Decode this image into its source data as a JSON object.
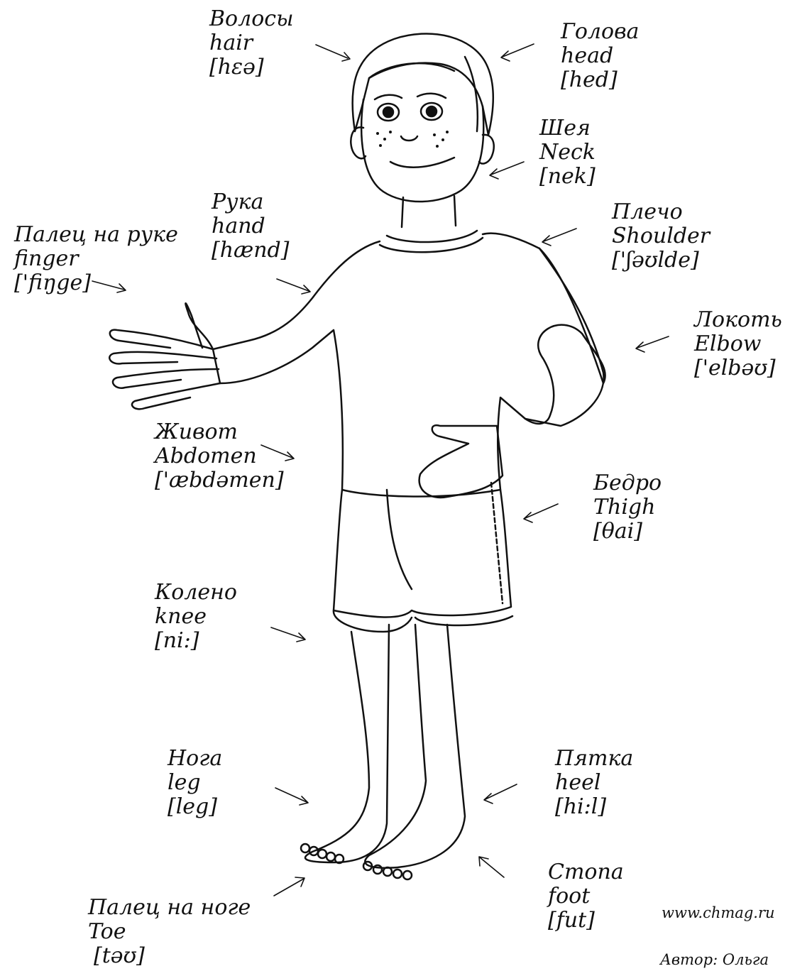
{
  "labels": {
    "hair": {
      "ru": "Волосы",
      "en": "hair",
      "ipa": "[hɛə]"
    },
    "head": {
      "ru": "Голова",
      "en": "head",
      "ipa": "[hed]"
    },
    "neck": {
      "ru": "Шея",
      "en": "Neck",
      "ipa": "[nek]"
    },
    "hand": {
      "ru": "Рука",
      "en": "hand",
      "ipa": "[hænd]"
    },
    "finger": {
      "ru": "Палец на руке",
      "en": "finger",
      "ipa": "['fiŋge]"
    },
    "shoulder": {
      "ru": "Плечо",
      "en": "Shoulder",
      "ipa": "['ʃəʊlde]"
    },
    "elbow": {
      "ru": "Локоть",
      "en": "Elbow",
      "ipa": "['elbəʊ]"
    },
    "abdomen": {
      "ru": "Живот",
      "en": "Abdomen",
      "ipa": "['æbdəmen]"
    },
    "thigh": {
      "ru": "Бедро",
      "en": "Thigh",
      "ipa": "[θai]"
    },
    "knee": {
      "ru": "Колено",
      "en": "knee",
      "ipa": "[ni:]"
    },
    "leg": {
      "ru": "Нога",
      "en": "leg",
      "ipa": "[leg]"
    },
    "heel": {
      "ru": "Пятка",
      "en": "heel",
      "ipa": "[hi:l]"
    },
    "foot": {
      "ru": "Стопа",
      "en": "foot",
      "ipa": "[fut]"
    },
    "toe": {
      "ru": "Палец на ноге",
      "en": "Toe",
      "ipa": "[təʊ]"
    }
  },
  "footer": {
    "website": "www.chmag.ru",
    "author": "Автор: Ольга"
  },
  "colors": {
    "ink": "#111111",
    "paper": "#ffffff"
  }
}
